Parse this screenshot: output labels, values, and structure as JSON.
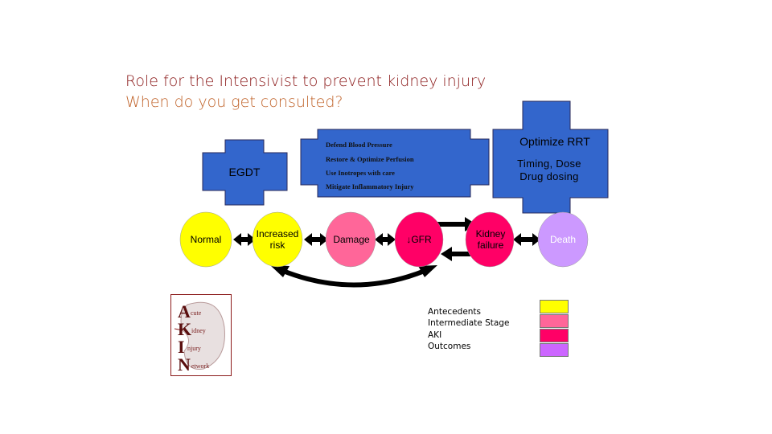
{
  "title": {
    "line1": "Role for the Intensivist to prevent kidney injury",
    "line2": "When do you get consulted?"
  },
  "callouts": {
    "egdt": "EGDT",
    "interventions": [
      "Defend Blood Pressure",
      "Restore & Optimize Perfusion",
      "Use Inotropes with care",
      "Mitigate Inflammatory Injury"
    ],
    "rrt_title": "Optimize RRT",
    "rrt_line1": "Timing,  Dose",
    "rrt_line2": "Drug dosing"
  },
  "stages": [
    {
      "label": "Normal",
      "color": "#FFFF00"
    },
    {
      "label_line1": "Increased",
      "label_line2": "risk",
      "color": "#FFFF00"
    },
    {
      "label": "Damage",
      "color": "#FF6699"
    },
    {
      "label": "↓GFR",
      "color": "#FF0066"
    },
    {
      "label_line1": "Kidney",
      "label_line2": "failure",
      "color": "#FF0066"
    },
    {
      "label": "Death",
      "color": "#CC99FF"
    }
  ],
  "legend": [
    {
      "label": "Antecedents",
      "color": "#FFFF00"
    },
    {
      "label": "Intermediate Stage",
      "color": "#FF6699"
    },
    {
      "label": "AKI",
      "color": "#FF0066"
    },
    {
      "label": "Outcomes",
      "color": "#CC66FF"
    }
  ],
  "logo": {
    "letters": [
      "A",
      "K",
      "I",
      "N"
    ],
    "words": [
      "cute",
      "idney",
      "njury",
      "etwork"
    ]
  },
  "colors": {
    "callout_blue": "#3366CC",
    "title_dark": "#8B1A1A",
    "title_light": "#C0632A"
  }
}
